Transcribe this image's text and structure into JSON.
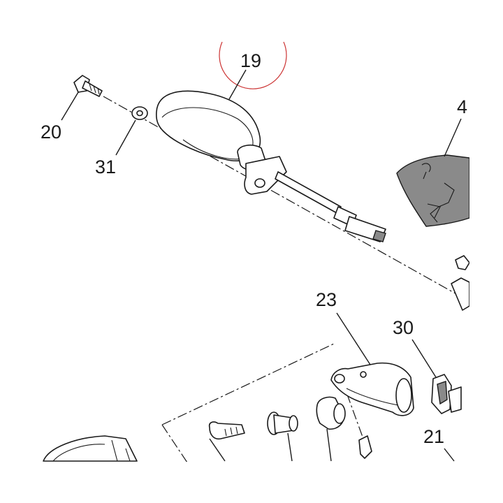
{
  "diagram": {
    "callouts": [
      {
        "id": "19",
        "text": "19"
      },
      {
        "id": "20",
        "text": "20"
      },
      {
        "id": "31",
        "text": "31"
      },
      {
        "id": "23",
        "text": "23"
      },
      {
        "id": "30",
        "text": "30"
      },
      {
        "id": "21",
        "text": "21"
      },
      {
        "id": "4",
        "text": "4"
      }
    ],
    "highlight_color": "#cc3333",
    "line_color": "#1a1a1a",
    "fill_grey": "#8a8a8a"
  }
}
